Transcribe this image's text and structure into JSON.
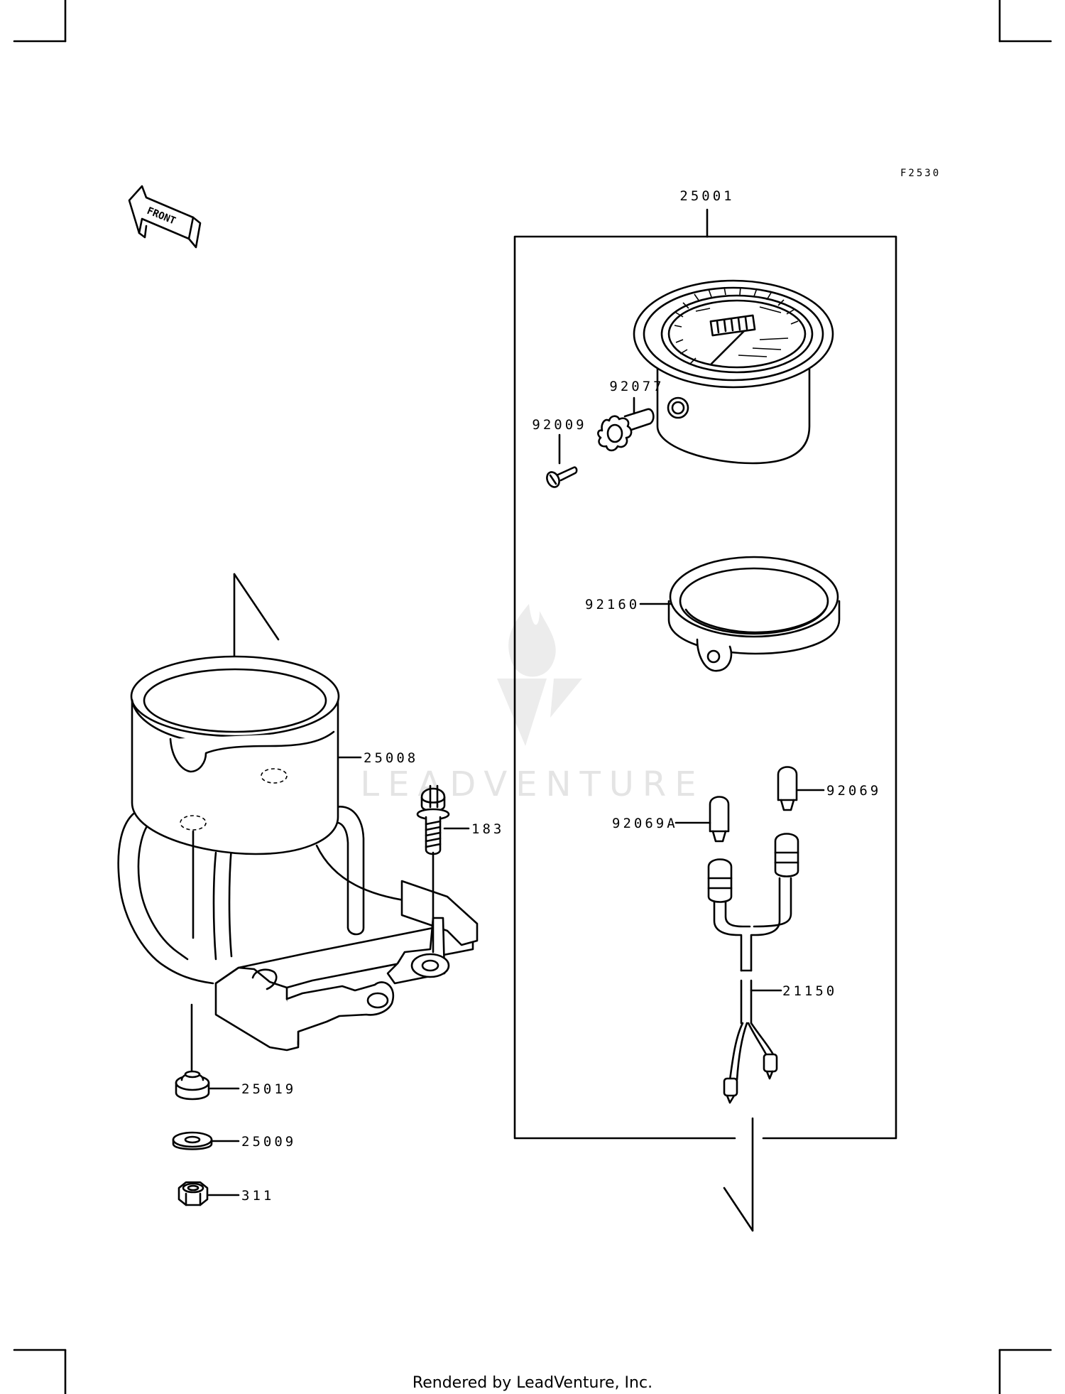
{
  "diagram_code": "F2530",
  "front_arrow_label": "FRONT",
  "watermark_text": "LEADVENTURE",
  "footer_text": "Rendered by LeadVenture, Inc.",
  "parts": {
    "speedometer_assy": "25001",
    "drive_gear": "92077",
    "screw": "92009",
    "ring": "92160",
    "bulb": "92069",
    "bulb_a": "92069A",
    "wiring_harness": "21150",
    "meter_case": "25008",
    "bolt": "183",
    "damper": "25019",
    "washer": "25009",
    "nut": "311"
  }
}
